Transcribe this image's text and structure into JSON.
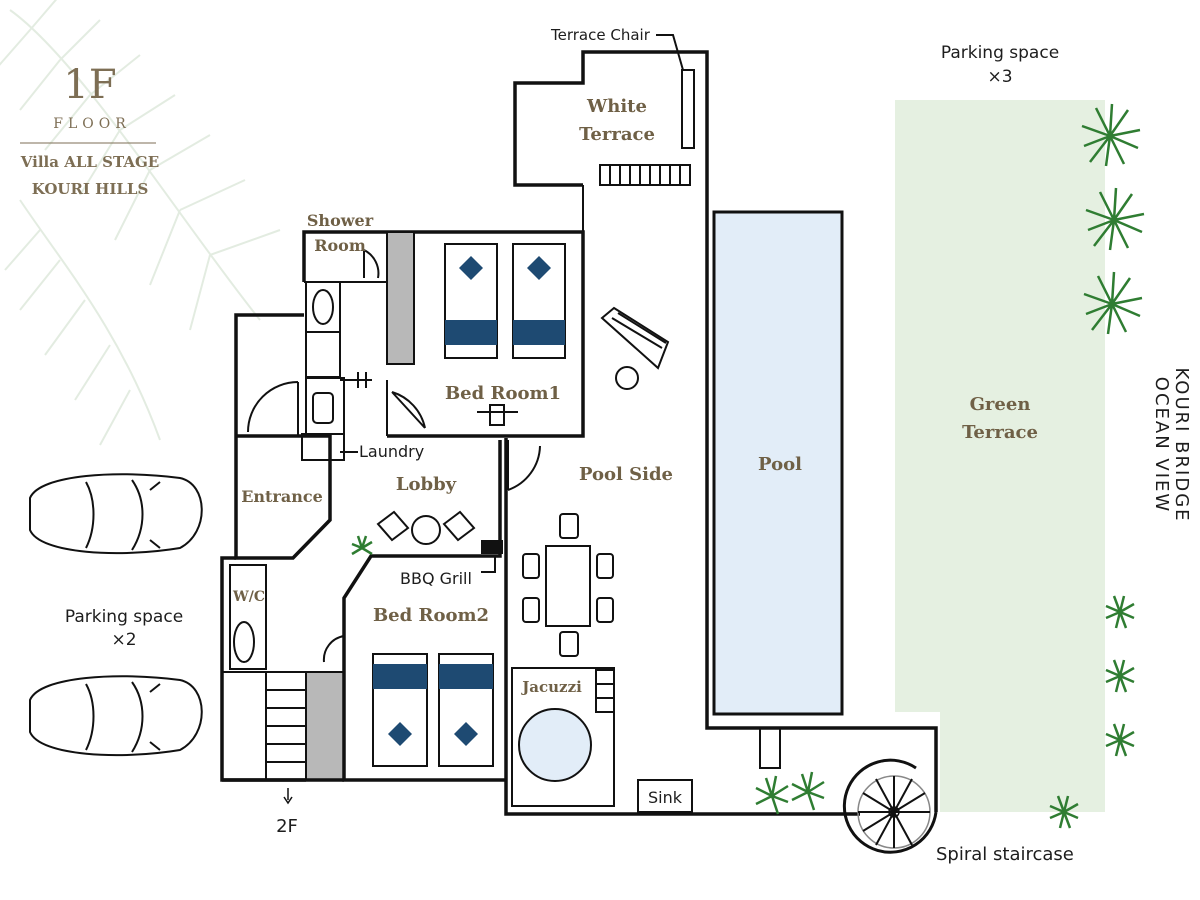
{
  "logo": {
    "floor_number": "1F",
    "floor_word": "FLOOR",
    "villa_line1": "Villa ALL STAGE",
    "villa_line2": "KOURI HILLS"
  },
  "rooms": {
    "white_terrace_line1": "White",
    "white_terrace_line2": "Terrace",
    "shower_room_line1": "Shower",
    "shower_room_line2": "Room",
    "bed_room1": "Bed Room1",
    "bed_room2": "Bed Room2",
    "lobby": "Lobby",
    "entrance": "Entrance",
    "wc": "W/C",
    "pool_side": "Pool Side",
    "pool": "Pool",
    "jacuzzi": "Jacuzzi",
    "green_terrace_line1": "Green",
    "green_terrace_line2": "Terrace"
  },
  "labels": {
    "terrace_chair": "Terrace  Chair",
    "laundry": "Laundry",
    "bbq_grill": "BBQ Grill",
    "sink": "Sink",
    "spiral_staircase": "Spiral staircase",
    "to_2f": "2F",
    "parking_top_line1": "Parking space",
    "parking_top_line2": "×3",
    "parking_left_line1": "Parking space",
    "parking_left_line2": "×2",
    "view_line1": "KOURI BRIDGE",
    "view_line2": "OCEAN VIEW"
  },
  "colors": {
    "pool": "#e2edf8",
    "green_terrace": "#e5f0e1",
    "room_label": "#6f6046",
    "bed_cover": "#1e4a72",
    "wall_accent": "#b8b8b8"
  }
}
